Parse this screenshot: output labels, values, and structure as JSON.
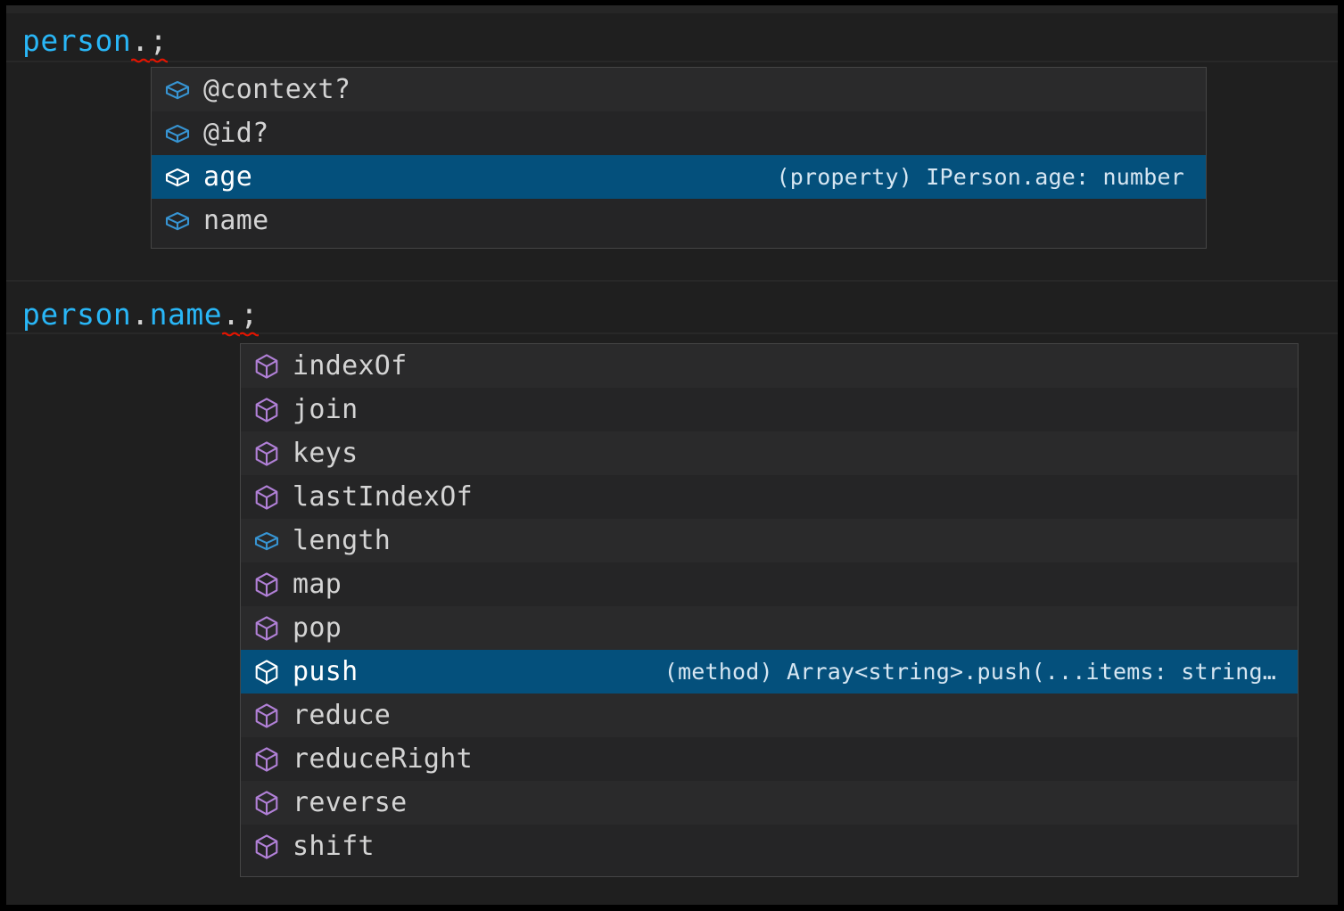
{
  "editor": {
    "theme": "dark",
    "background_color": "#1f1f1f",
    "lines": [
      {
        "id": "line-1",
        "full_text": "person.;",
        "tokens": [
          {
            "text": "person",
            "kind": "identifier",
            "color": "#29b6f6"
          },
          {
            "text": ".",
            "kind": "punctuation",
            "color": "#d4d4d4",
            "error": true
          },
          {
            "text": ";",
            "kind": "punctuation",
            "color": "#d4d4d4",
            "error": true
          }
        ]
      },
      {
        "id": "line-2",
        "full_text": "person.name.;",
        "tokens": [
          {
            "text": "person",
            "kind": "identifier",
            "color": "#29b6f6"
          },
          {
            "text": ".",
            "kind": "punctuation",
            "color": "#d4d4d4"
          },
          {
            "text": "name",
            "kind": "identifier",
            "color": "#29b6f6"
          },
          {
            "text": ".",
            "kind": "punctuation",
            "color": "#d4d4d4",
            "error": true
          },
          {
            "text": ";",
            "kind": "punctuation",
            "color": "#d4d4d4",
            "error": true
          }
        ]
      }
    ]
  },
  "colors": {
    "selection_blue": "#04507c",
    "panel_background": "#252526",
    "panel_border": "#454545",
    "property_icon_blue": "#3794d2",
    "method_icon_purple": "#b180d7",
    "selected_icon_white": "#ffffff",
    "error_squiggle_red": "#e51400",
    "text_default": "#d4d4d4",
    "identifier_blue": "#29b6f6"
  },
  "suggest_widgets": [
    {
      "id": "suggest-panel-person",
      "for_expression": "person.",
      "selected_index": 2,
      "items": [
        {
          "label": "@context?",
          "icon": "property-cube-icon",
          "icon_color": "#3794d2",
          "kind": "property",
          "detail": "",
          "selected": false
        },
        {
          "label": "@id?",
          "icon": "property-cube-icon",
          "icon_color": "#3794d2",
          "kind": "property",
          "detail": "",
          "selected": false
        },
        {
          "label": "age",
          "icon": "property-cube-icon",
          "icon_color": "#ffffff",
          "kind": "property",
          "detail": "(property) IPerson.age: number",
          "selected": true
        },
        {
          "label": "name",
          "icon": "property-cube-icon",
          "icon_color": "#3794d2",
          "kind": "property",
          "detail": "",
          "selected": false
        }
      ]
    },
    {
      "id": "suggest-panel-person-name",
      "for_expression": "person.name.",
      "selected_index": 7,
      "items": [
        {
          "label": "indexOf",
          "icon": "method-cube-icon",
          "icon_color": "#b180d7",
          "kind": "method",
          "detail": "",
          "selected": false
        },
        {
          "label": "join",
          "icon": "method-cube-icon",
          "icon_color": "#b180d7",
          "kind": "method",
          "detail": "",
          "selected": false
        },
        {
          "label": "keys",
          "icon": "method-cube-icon",
          "icon_color": "#b180d7",
          "kind": "method",
          "detail": "",
          "selected": false
        },
        {
          "label": "lastIndexOf",
          "icon": "method-cube-icon",
          "icon_color": "#b180d7",
          "kind": "method",
          "detail": "",
          "selected": false
        },
        {
          "label": "length",
          "icon": "property-cube-icon",
          "icon_color": "#3794d2",
          "kind": "property",
          "detail": "",
          "selected": false
        },
        {
          "label": "map",
          "icon": "method-cube-icon",
          "icon_color": "#b180d7",
          "kind": "method",
          "detail": "",
          "selected": false
        },
        {
          "label": "pop",
          "icon": "method-cube-icon",
          "icon_color": "#b180d7",
          "kind": "method",
          "detail": "",
          "selected": false
        },
        {
          "label": "push",
          "icon": "method-cube-icon",
          "icon_color": "#ffffff",
          "kind": "method",
          "detail": "(method) Array<string>.push(...items: string…",
          "selected": true
        },
        {
          "label": "reduce",
          "icon": "method-cube-icon",
          "icon_color": "#b180d7",
          "kind": "method",
          "detail": "",
          "selected": false
        },
        {
          "label": "reduceRight",
          "icon": "method-cube-icon",
          "icon_color": "#b180d7",
          "kind": "method",
          "detail": "",
          "selected": false
        },
        {
          "label": "reverse",
          "icon": "method-cube-icon",
          "icon_color": "#b180d7",
          "kind": "method",
          "detail": "",
          "selected": false
        },
        {
          "label": "shift",
          "icon": "method-cube-icon",
          "icon_color": "#b180d7",
          "kind": "method",
          "detail": "",
          "selected": false
        }
      ]
    }
  ]
}
